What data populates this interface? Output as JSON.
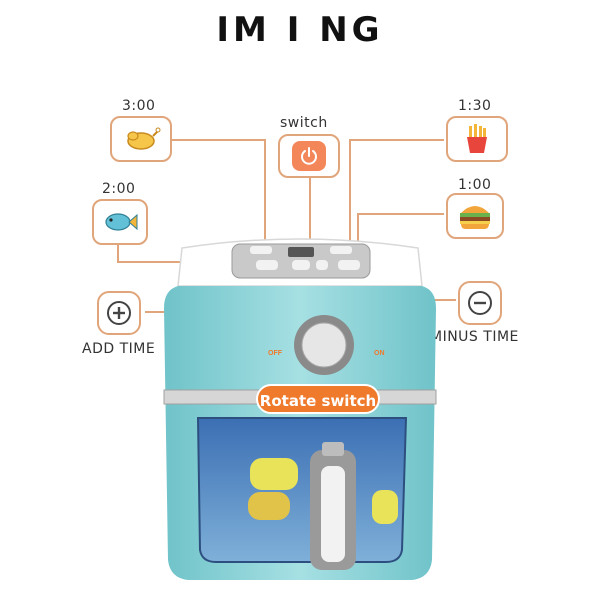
{
  "header": {
    "title": "IM    I  NG"
  },
  "labels": {
    "chicken_time": "3:00",
    "switch": "switch",
    "fries_time": "1:30",
    "fish_time": "2:00",
    "burger_time": "1:00",
    "add_time": "ADD TIME",
    "minus_time": "MINUS TIME",
    "rotate_switch": "Rotate switch",
    "off": "OFF",
    "on": "ON"
  },
  "colors": {
    "accent": "#e0a57a",
    "orange": "#f07a2c",
    "body": "#8fd3d8"
  },
  "icons": [
    "chicken-icon",
    "power-icon",
    "fries-icon",
    "fish-icon",
    "burger-icon",
    "plus-icon",
    "minus-icon"
  ]
}
